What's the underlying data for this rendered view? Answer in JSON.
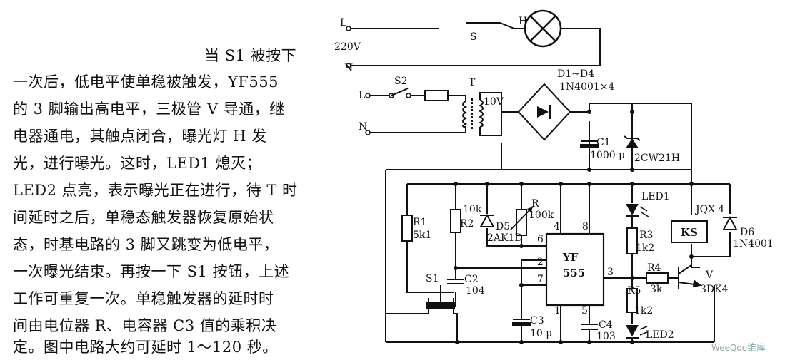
{
  "description": {
    "lines": [
      "当 S1 被按下",
      "一次后，低电平使单稳被触发，YF555",
      "的 3 脚输出高电平，三极管 V 导通，继",
      "电器通电，其触点闭合，曝光灯 H 发",
      "光，进行曝光。这时，LED1 熄灭；",
      "LED2 点亮，表示曝光正在进行，待 T 时",
      "间延时之后，单稳态触发器恢复原始状",
      "态，时基电路的 3 脚又跳变为低电平，",
      "一次曝光结束。再按一下 S1 按钮，上述",
      "工作可重复一次。单稳触发器的延时时",
      "间由电位器 R、电容器 C3 值的乘积决",
      "定。图中电路大约可延时 1～120 秒。"
    ]
  },
  "circuit": {
    "mains_L": "L",
    "mains_N": "N",
    "voltage": "220V",
    "switch_S": "S",
    "lamp_H": "H",
    "s2_L": "L",
    "s2_N": "N",
    "s2": "S2",
    "transformer": "T",
    "secondary": "10V",
    "bridge_name": "D1~D4",
    "bridge_part": "1N4001×4",
    "c1_name": "C1",
    "c1_value": "1000 μ",
    "zener": "2CW21H",
    "r1_name": "R1",
    "r1_value": "5k1",
    "r2_value": "10k",
    "r2_name": "R2",
    "d5_name": "D5",
    "d5_part": "2AK1D",
    "pot_name": "R",
    "pot_value": "100k",
    "s1": "S1",
    "c2_name": "C2",
    "c2_value": "104",
    "ic_name1": "YF",
    "ic_name2": "555",
    "pin4": "4",
    "pin8": "8",
    "pin6": "6",
    "pin2": "2",
    "pin7": "7",
    "pin3": "3",
    "pin1": "1",
    "pin5": "5",
    "c3_name": "C3",
    "c3_value": "10 μ",
    "c4_name": "C4",
    "c4_value": "103",
    "led1": "LED1",
    "r3_name": "R3",
    "r3_value": "1k2",
    "r5_name": "R5",
    "r5_value": "1k2",
    "led2": "LED2",
    "r4_name": "R4",
    "r4_value": "3k",
    "relay_type": "JQX-4",
    "relay_name": "KS",
    "d6_name": "D6",
    "d6_part": "1N4001",
    "transistor_name": "V",
    "transistor_part": "3DK4"
  },
  "watermark": {
    "brand": "WeeQoo",
    "cn": "维库"
  }
}
